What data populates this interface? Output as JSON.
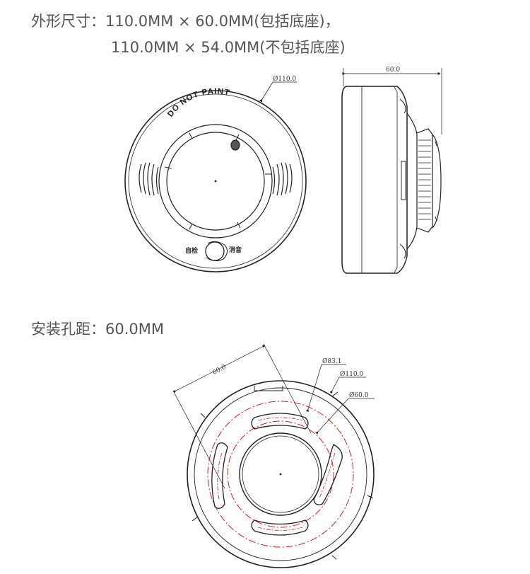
{
  "specs": {
    "size_line1": "外形尺寸：110.0MM × 60.0MM(包括底座)，",
    "size_line2": "110.0MM × 54.0MM(不包括底座)",
    "mount_line": "安装孔距：60.0MM"
  },
  "front_view": {
    "diameter_label": "Ø110.0",
    "cover_text": "DO NOT PAINT",
    "button_left": "自检",
    "button_right": "消音"
  },
  "side_view": {
    "width_label": "60.0"
  },
  "base_view": {
    "spacing_label": "60.0",
    "d1_label": "Ø83.1",
    "d2_label": "Ø110.0",
    "d3_label": "Ø60.0"
  },
  "colors": {
    "line": "#222222",
    "dash_circle": "#d22020",
    "text": "#555555"
  }
}
